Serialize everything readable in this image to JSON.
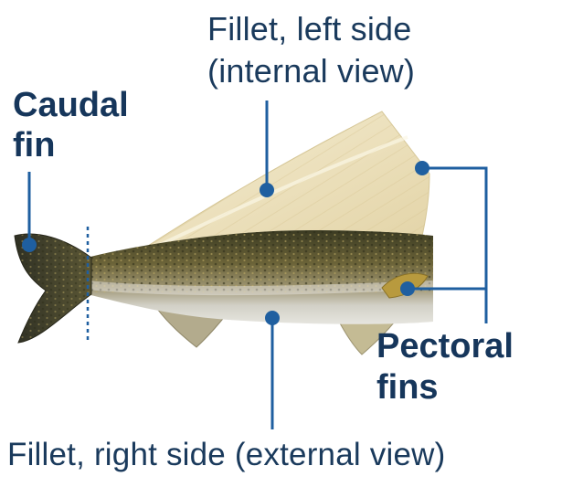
{
  "labels": {
    "fillet_left_line1": "Fillet, left side",
    "fillet_left_line2": "(internal view)",
    "caudal_line1": "Caudal",
    "caudal_line2": "fin",
    "pectoral_line1": "Pectoral",
    "pectoral_line2": "fins",
    "fillet_right": "Fillet, right side (external view)"
  },
  "icons": [
    "fish-illustration",
    "fillet-illustration",
    "cut-line"
  ],
  "colors": {
    "label_text": "#1a3a5c",
    "leader_line": "#1f5fa0",
    "fillet_flesh": "#eee4c2",
    "fish_back": "#4b4b2c",
    "fish_belly": "#d9d9d3"
  }
}
